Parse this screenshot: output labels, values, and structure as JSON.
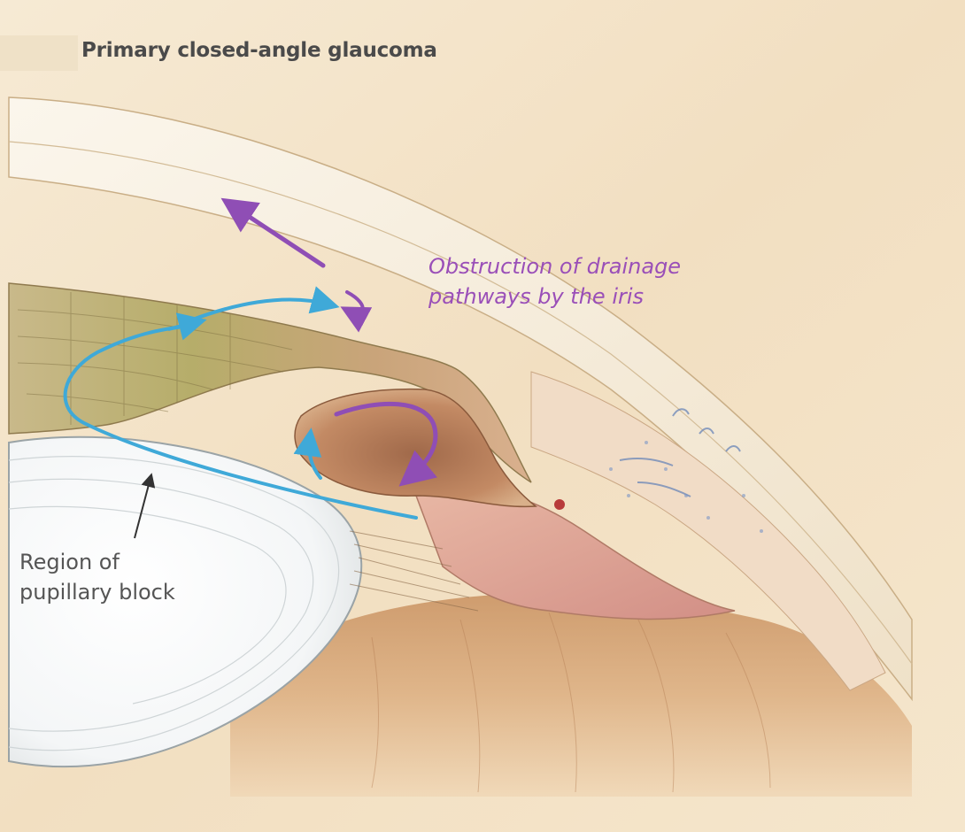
{
  "title": "Primary closed-angle glaucoma",
  "labels": {
    "obstruction": [
      "Obstruction of drainage",
      "pathways by the iris"
    ],
    "pupillary_block": [
      "Region of",
      "pupillary block"
    ]
  },
  "colors": {
    "background": "#f3e2c6",
    "aqueous_flow_arrow": "#3fa9d8",
    "obstruction_arrow": "#8f4eb5",
    "pointer_arrow": "#333333",
    "obstruction_text": "#9a4fb8"
  }
}
